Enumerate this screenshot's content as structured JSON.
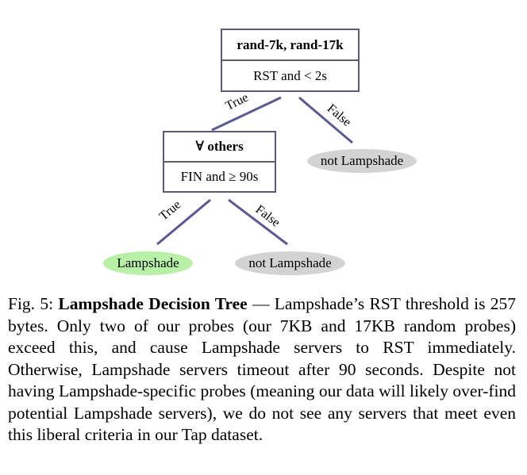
{
  "root": {
    "title": "rand-7k, rand-17k",
    "condition": "RST and < 2s"
  },
  "left_node": {
    "title": "∀ others",
    "condition": "FIN and ≥ 90s"
  },
  "leaves": {
    "root_false": "not Lampshade",
    "left_true": "Lampshade",
    "left_false": "not Lampshade"
  },
  "edges": {
    "root_true": "True",
    "root_false": "False",
    "left_true": "True",
    "left_false": "False"
  },
  "colors": {
    "box_border": "#5a5a7a",
    "edge_line": "#5b5b8f",
    "leaf_gray": "#d3d3d3",
    "leaf_green": "#b8f0a8"
  },
  "caption": {
    "prefix": "Fig. 5: ",
    "bold_title": "Lampshade Decision Tree",
    "body": " — Lampshade’s RST threshold is 257 bytes. Only two of our probes (our 7KB and 17KB random probes) exceed this, and cause Lampshade servers to RST immediately. Otherwise, Lampshade servers timeout after 90 seconds. Despite not having Lampshade-specific probes (meaning our data will likely over-find potential Lampshade servers), we do not see any servers that meet even this liberal criteria in our Tap dataset."
  }
}
